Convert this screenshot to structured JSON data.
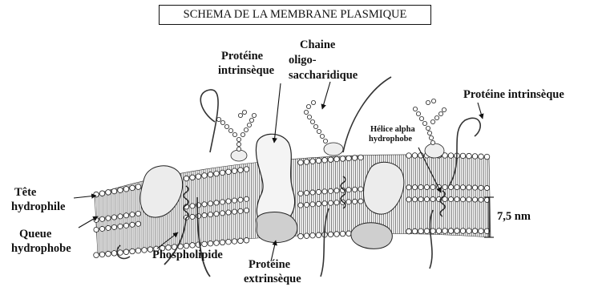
{
  "title": "SCHEMA DE LA MEMBRANE PLASMIQUE",
  "labels": {
    "proteine_intrinseque_left_1": "Protéine",
    "proteine_intrinseque_left_2": "intrinsèque",
    "chaine_1": "Chaine",
    "chaine_2": "oligo-",
    "chaine_3": "saccharidique",
    "proteine_intrinseque_right": "Protéine intrinsèque",
    "helice_1": "Hélice alpha",
    "helice_2": "hydrophobe",
    "tete_1": "Tête",
    "tete_2": "hydrophile",
    "queue_1": "Queue",
    "queue_2": "hydrophobe",
    "phospholipide": "Phospholipide",
    "proteine_extrinseque_1": "Protéine",
    "proteine_extrinseque_2": "extrinsèque",
    "epaisseur": "7,5 nm"
  }
}
